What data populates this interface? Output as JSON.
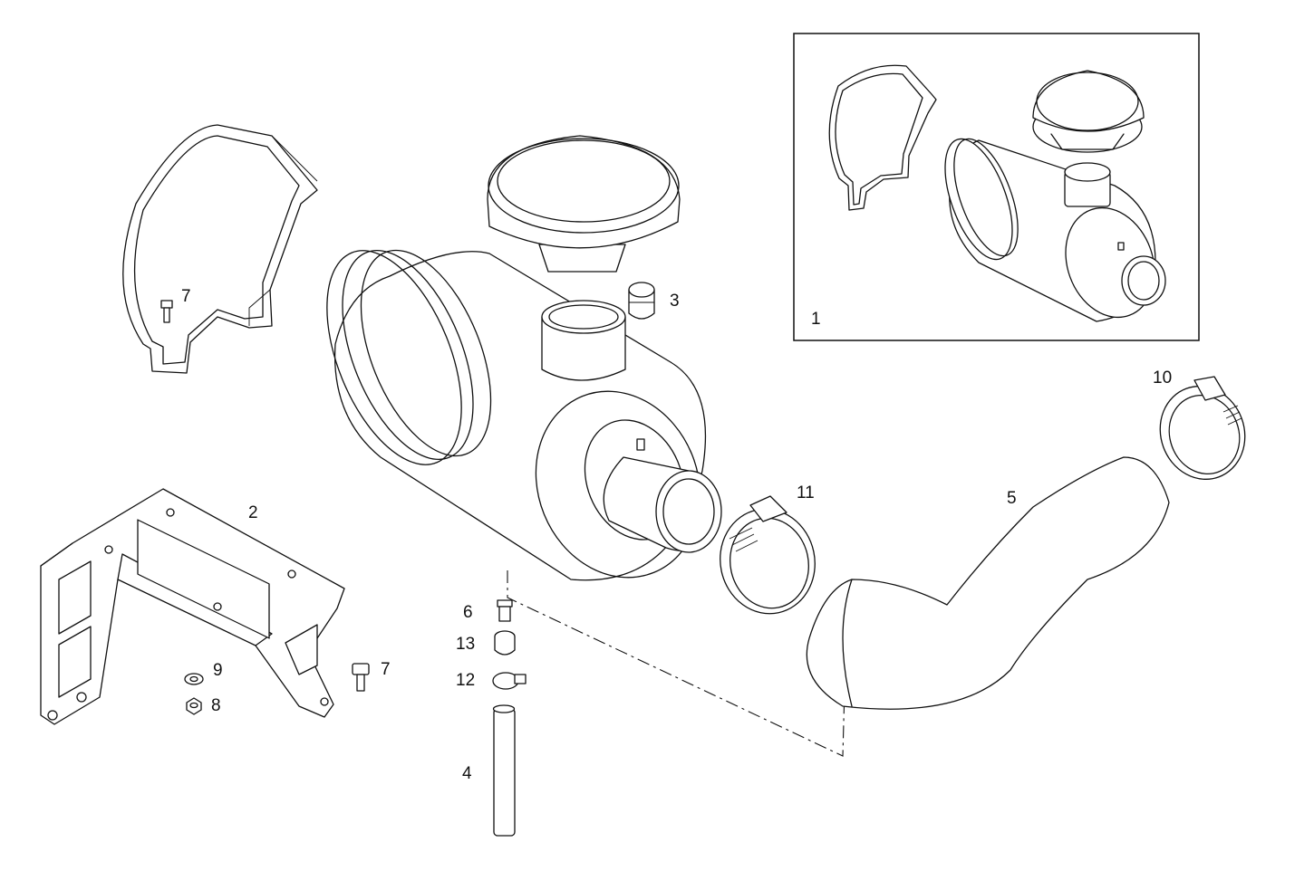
{
  "diagram": {
    "callouts": {
      "inset": "1",
      "bracket": "2",
      "plug": "3",
      "tube": "4",
      "hose": "5",
      "screw": "6",
      "bolt_clamp": "7",
      "bolt_bracket": "7",
      "nut": "8",
      "washer": "9",
      "clamp_large": "10",
      "clamp_mid": "11",
      "clamp_small": "12",
      "grommet": "13"
    }
  }
}
